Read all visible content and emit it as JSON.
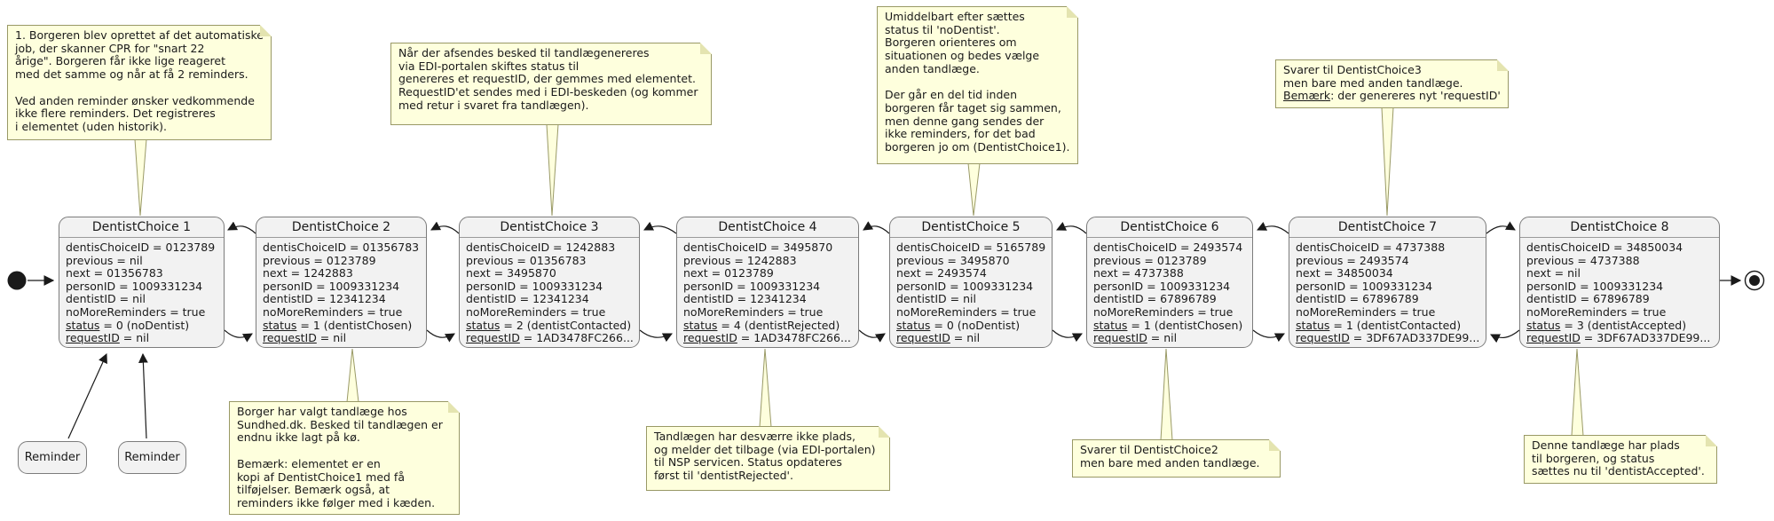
{
  "diagram_type": "uml-state-diagram",
  "colors": {
    "note_background": "#FEFFDD",
    "note_border": "#999966",
    "state_background": "#F2F2F2",
    "state_border": "#7C7C7C",
    "arrow": "#1A1A1A",
    "text": "#1A1A1A"
  },
  "states": [
    {
      "title": "DentistChoice 1",
      "rows": [
        "dentisChoiceID = 0123789",
        "previous = nil",
        "next = 01356783",
        "personID = 1009331234",
        "dentistID = nil",
        "noMoreReminders = true"
      ],
      "status_key": "status",
      "status_rest": " = 0 (noDentist)",
      "request_key": "requestID",
      "request_rest": " = nil"
    },
    {
      "title": "DentistChoice 2",
      "rows": [
        "dentisChoiceID = 01356783",
        "previous = 0123789",
        "next = 1242883",
        "personID = 1009331234",
        "dentistID = 12341234",
        "noMoreReminders = true"
      ],
      "status_key": "status",
      "status_rest": " = 1 (dentistChosen)",
      "request_key": "requestID",
      "request_rest": " = nil"
    },
    {
      "title": "DentistChoice 3",
      "rows": [
        "dentisChoiceID = 1242883",
        "previous = 01356783",
        "next = 3495870",
        "personID = 1009331234",
        "dentistID = 12341234",
        "noMoreReminders = true"
      ],
      "status_key": "status",
      "status_rest": " = 2 (dentistContacted)",
      "request_key": "requestID",
      "request_rest": " = 1AD3478FC266..."
    },
    {
      "title": "DentistChoice 4",
      "rows": [
        "dentisChoiceID = 3495870",
        "previous = 1242883",
        "next = 0123789",
        "personID = 1009331234",
        "dentistID = 12341234",
        "noMoreReminders = true"
      ],
      "status_key": "status",
      "status_rest": " = 4 (dentistRejected)",
      "request_key": "requestID",
      "request_rest": " = 1AD3478FC266..."
    },
    {
      "title": "DentistChoice 5",
      "rows": [
        "dentisChoiceID = 5165789",
        "previous = 3495870",
        "next = 2493574",
        "personID = 1009331234",
        "dentistID = nil",
        "noMoreReminders = true"
      ],
      "status_key": "status",
      "status_rest": " = 0 (noDentist)",
      "request_key": "requestID",
      "request_rest": " = nil"
    },
    {
      "title": "DentistChoice 6",
      "rows": [
        "dentisChoiceID = 2493574",
        "previous = 0123789",
        "next = 4737388",
        "personID = 1009331234",
        "dentistID = 67896789",
        "noMoreReminders = true"
      ],
      "status_key": "status",
      "status_rest": " = 1 (dentistChosen)",
      "request_key": "requestID",
      "request_rest": " = nil"
    },
    {
      "title": "DentistChoice 7",
      "rows": [
        "dentisChoiceID = 4737388",
        "previous = 2493574",
        "next = 34850034",
        "personID = 1009331234",
        "dentistID = 67896789",
        "noMoreReminders = true"
      ],
      "status_key": "status",
      "status_rest": " = 1 (dentistContacted)",
      "request_key": "requestID",
      "request_rest": " = 3DF67AD337DE99..."
    },
    {
      "title": "DentistChoice 8",
      "rows": [
        "dentisChoiceID = 34850034",
        "previous = 4737388",
        "next = nil",
        "personID = 1009331234",
        "dentistID = 67896789",
        "noMoreReminders = true"
      ],
      "status_key": "status",
      "status_rest": " = 3 (dentistAccepted)",
      "request_key": "requestID",
      "request_rest": " = 3DF67AD337DE99..."
    }
  ],
  "reminders": [
    {
      "label": "Reminder"
    },
    {
      "label": "Reminder"
    }
  ],
  "notes": {
    "n1": "1. Borgeren blev oprettet af det automatiske\njob, der skanner CPR for \"snart 22\nårige\". Borgeren får ikke lige reageret\nmed det samme og når at få 2 reminders.\n\nVed anden reminder ønsker vedkommende\nikke flere reminders. Det registreres\ni elementet (uden historik).",
    "n2": "Når der afsendes besked til tandlægenereres\nvia EDI-portalen skiftes status til\ngenereres et requestID, der gemmes med elementet.\nRequestID'et sendes med i EDI-beskeden (og kommer\nmed retur i svaret fra tandlægen).",
    "n3": "Umiddelbart efter sættes\nstatus til 'noDentist'.\nBorgeren orienteres om\nsituationen og bedes vælge\nanden tandlæge.\n\nDer går en del tid inden\nborgeren får taget sig sammen,\nmen denne gang sendes der\nikke reminders, for det bad\nborgeren jo om (DentistChoice1).",
    "n4_body": "Svarer til DentistChoice3\nmen bare med anden tandlæge.",
    "n4_underlined": "Bemærk",
    "n4_rest": ": der genereres nyt 'requestID'",
    "n5": "Borger har valgt tandlæge hos\nSundhed.dk. Besked til tandlægen er\nendnu ikke lagt på kø.\n\nBemærk: elementet er en\nkopi af DentistChoice1 med få\ntilføjelser. Bemærk også, at\nreminders ikke følger med i kæden.",
    "n6": "Tandlægen har desværre ikke plads,\nog melder det tilbage (via EDI-portalen)\ntil NSP servicen. Status opdateres\nførst til 'dentistRejected'.",
    "n7": "Svarer til DentistChoice2\nmen bare med anden tandlæge.",
    "n8": "Denne tandlæge har plads\ntil borgeren, og status\nsættes nu til 'dentistAccepted'."
  }
}
